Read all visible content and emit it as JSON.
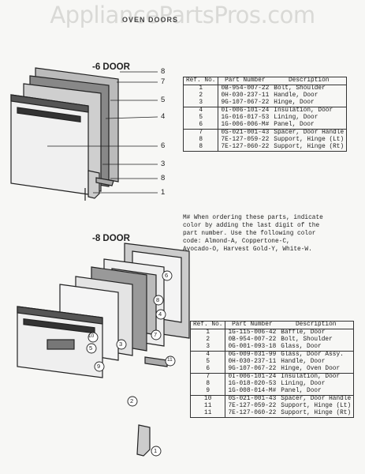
{
  "watermark": "AppliancePartsPros.com",
  "header": "OVEN DOORS",
  "door6": {
    "title": "-6 DOOR",
    "callouts": [
      "8",
      "7",
      "5",
      "4",
      "6",
      "3",
      "8",
      "1"
    ],
    "table": {
      "headers": {
        "ref": "Ref. No.",
        "part": "Part Number",
        "desc": "Description"
      },
      "rows": [
        {
          "no": "1",
          "part": "0B-954-007-22",
          "desc": "Bolt, Shoulder"
        },
        {
          "no": "2",
          "part": "0H-030-237-11",
          "desc": "Handle, Door"
        },
        {
          "no": "3",
          "part": "9G-107-067-22",
          "desc": "Hinge, Door"
        },
        {
          "no": "4",
          "part": "0I-006-101-24",
          "desc": "Insulation, Door"
        },
        {
          "no": "5",
          "part": "1G-016-017-53",
          "desc": "Lining, Door"
        },
        {
          "no": "6",
          "part": "1G-006-006-M#",
          "desc": "Panel, Door"
        },
        {
          "no": "7",
          "part": "0S-021-001-43",
          "desc": "Spacer, Door Handle"
        },
        {
          "no": "8",
          "part": "7E-127-059-22",
          "desc": "Support, Hinge (Lt)"
        },
        {
          "no": "8",
          "part": "7E-127-060-22",
          "desc": "Support, Hinge (Rt)"
        }
      ]
    }
  },
  "note": {
    "lines": [
      "M# When ordering these parts, indicate",
      "   color by adding the last digit of the",
      "   part number.  Use the following color",
      "   code: Almond-A, Coppertone-C,",
      "Avocado-O, Harvest Gold-Y, White-W."
    ]
  },
  "door8": {
    "title": "-8 DOOR",
    "callouts": [
      "6",
      "8",
      "4",
      "7",
      "10",
      "5",
      "3",
      "9",
      "11",
      "2",
      "1"
    ],
    "table": {
      "headers": {
        "ref": "Ref. No.",
        "part": "Part Number",
        "desc": "Description"
      },
      "rows": [
        {
          "no": "1",
          "part": "1G-115-006-42",
          "desc": "Baffle, Door"
        },
        {
          "no": "2",
          "part": "0B-954-007-22",
          "desc": "Bolt, Shoulder"
        },
        {
          "no": "3",
          "part": "0G-001-093-18",
          "desc": "Glass, Door"
        },
        {
          "no": "4",
          "part": "0G-009-031-99",
          "desc": "Glass, Door Assy."
        },
        {
          "no": "5",
          "part": "0H-030-237-11",
          "desc": "Handle, Door"
        },
        {
          "no": "6",
          "part": "9G-107-067-22",
          "desc": "Hinge, Oven Door"
        },
        {
          "no": "7",
          "part": "0I-006-101-24",
          "desc": "Insulation, Door"
        },
        {
          "no": "8",
          "part": "1G-018-020-53",
          "desc": "Lining, Door"
        },
        {
          "no": "9",
          "part": "1G-008-014-M#",
          "desc": "Panel, Door"
        },
        {
          "no": "10",
          "part": "0S-021-001-43",
          "desc": "Spacer, Door Handle"
        },
        {
          "no": "11",
          "part": "7E-127-059-22",
          "desc": "Support, Hinge (Lt)"
        },
        {
          "no": "11",
          "part": "7E-127-060-22",
          "desc": "Support, Hinge (Rt)"
        }
      ]
    }
  }
}
